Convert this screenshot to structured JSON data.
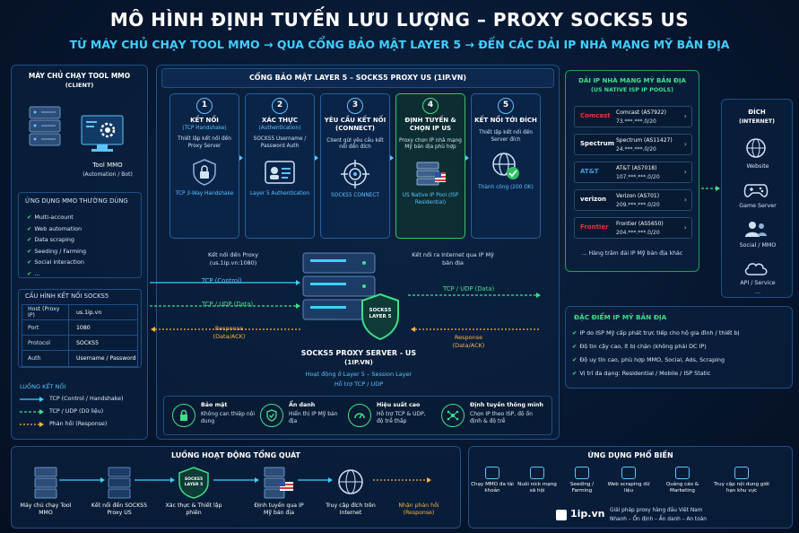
{
  "title": "MÔ HÌNH ĐỊNH TUYẾN LƯU LƯỢNG – PROXY SOCKS5 US",
  "subtitle": "TỪ MÁY CHỦ CHẠY TOOL MMO → QUA CỔNG BẢO MẬT LAYER 5 → ĐẾN CÁC DẢI IP NHÀ MẠNG MỸ BẢN ĐỊA",
  "client": {
    "title": "MÁY CHỦ CHẠY TOOL MMO",
    "subtitle": "(CLIENT)",
    "tool_label": "Tool MMO",
    "tool_sub": "(Automation / Bot)",
    "apps_title": "ỨNG DỤNG MMO THƯỜNG DÙNG",
    "apps": [
      "Multi-account",
      "Web automation",
      "Data scraping",
      "Seeding / Farming",
      "Social interaction",
      "..."
    ],
    "config_title": "CẤU HÌNH KẾT NỐI SOCKS5",
    "config": [
      {
        "k": "Host (Proxy IP)",
        "v": "us.1ip.vn"
      },
      {
        "k": "Port",
        "v": "1080"
      },
      {
        "k": "Protocol",
        "v": "SOCKS5"
      },
      {
        "k": "Auth",
        "v": "Username / Password"
      }
    ],
    "legend_title": "LUỒNG KẾT NỐI",
    "legend": [
      "TCP (Control / Handshake)",
      "TCP / UDP (Dữ liệu)",
      "Phản hồi (Response)"
    ]
  },
  "gateway": {
    "title": "CỔNG BẢO MẬT LAYER 5 – SOCKS5 PROXY US (1IP.VN)",
    "steps": [
      {
        "num": "1",
        "title": "KẾT NỐI",
        "sub": "(TCP Handshake)",
        "desc": "Thiết lập kết nối đến Proxy Server",
        "foot": "TCP 3-Way Handshake"
      },
      {
        "num": "2",
        "title": "XÁC THỰC",
        "sub": "(Authentication)",
        "desc": "SOCKS5 Username / Password Auth",
        "foot": "Layer 5 Authentication"
      },
      {
        "num": "3",
        "title": "YÊU CẦU KẾT NỐI (CONNECT)",
        "sub": "",
        "desc": "Client gửi yêu cầu kết nối đến đích",
        "foot": "SOCKS5 CONNECT"
      },
      {
        "num": "4",
        "title": "ĐỊNH TUYẾN & CHỌN IP US",
        "sub": "",
        "desc": "Proxy chọn IP nhà mạng Mỹ bản địa phù hợp",
        "foot": "US Native IP Pool (ISP Residential)"
      },
      {
        "num": "5",
        "title": "KẾT NỐI TỚI ĐÍCH",
        "sub": "",
        "desc": "Thiết lập kết nối đến Server đích",
        "foot": "Thành công (200 OK)"
      }
    ],
    "left_arrow_top": "Kết nối đến Proxy (us.1ip.vn:1080)",
    "right_arrow_top": "Kết nối ra Internet qua IP Mỹ bản địa",
    "tcp_control": "TCP (Control)",
    "tcp_udp_data": "TCP / UDP (Data)",
    "tcp_udp_data_right": "TCP / UDP (Data)",
    "response_left": "Response (Data/ACK)",
    "response_right": "Response (Data/ACK)",
    "shield_label": "SOCKS5 LAYER 5",
    "server_title": "SOCKS5 PROXY SERVER - US",
    "server_sub": "(1IP.VN)",
    "server_layer": "Hoạt động ở Layer 5 – Session Layer",
    "server_support": "Hỗ trợ TCP / UDP",
    "features": [
      {
        "title": "Bảo mật",
        "desc": "Không can thiệp nội dung"
      },
      {
        "title": "Ẩn danh",
        "desc": "Hiển thị IP Mỹ bản địa"
      },
      {
        "title": "Hiệu suất cao",
        "desc": "Hỗ trợ TCP & UDP, độ trễ thấp"
      },
      {
        "title": "Định tuyến thông minh",
        "desc": "Chọn IP theo ISP, độ ổn định & độ trễ"
      }
    ]
  },
  "isp_pool": {
    "title": "DẢI IP NHÀ MẠNG MỸ BẢN ĐỊA",
    "subtitle": "(US NATIVE ISP IP POOLS)",
    "items": [
      {
        "logo": "Comcast",
        "name": "Comcast (AS7922)",
        "ip": "73.***.***.0/20",
        "color": "#e8343a"
      },
      {
        "logo": "Spectrum",
        "name": "Spectrum (AS11427)",
        "ip": "24.***.***.0/20",
        "color": "#ffffff"
      },
      {
        "logo": "AT&T",
        "name": "AT&T (AS7018)",
        "ip": "107.***.***.0/20",
        "color": "#2ea7e8"
      },
      {
        "logo": "verizon",
        "name": "Verizon (AS701)",
        "ip": "209.***.***.0/20",
        "color": "#ffffff"
      },
      {
        "logo": "Frontier",
        "name": "Frontier (AS5650)",
        "ip": "204.***.***.0/20",
        "color": "#e8343a"
      }
    ],
    "more": "... Hàng trăm dải IP Mỹ bản địa khác",
    "chevron": "›"
  },
  "destination": {
    "title": "ĐÍCH",
    "subtitle": "(INTERNET)",
    "items": [
      "Website",
      "Game Server",
      "Social / MMO",
      "API / Service"
    ],
    "more": "..."
  },
  "traits": {
    "title": "ĐẶC ĐIỂM IP MỸ BẢN ĐỊA",
    "items": [
      "IP do ISP Mỹ cấp phát trực tiếp cho hộ gia đình / thiết bị",
      "Độ tin cậy cao, ít bị chặn (không phải DC IP)",
      "Độ uy tín cao, phù hợp MMO, Social, Ads, Scraping",
      "Vị trí đa dạng: Residential / Mobile / ISP Static"
    ]
  },
  "overall_flow": {
    "title": "LUỒNG HOẠT ĐỘNG TỔNG QUÁT",
    "steps": [
      "Máy chủ chạy Tool MMO",
      "Kết nối đến SOCKS5 Proxy US",
      "Xác thực & Thiết lập phiên",
      "Định tuyến qua IP Mỹ bản địa",
      "Truy cập đích trên Internet",
      "Nhận phản hồi (Response)"
    ],
    "shield_label": "SOCKS5 LAYER 5"
  },
  "popular_apps": {
    "title": "ỨNG DỤNG PHỔ BIẾN",
    "items": [
      "Chạy MMO đa tài khoản",
      "Nuôi nick mạng xã hội",
      "Seeding / Farming",
      "Web scraping dữ liệu",
      "Quảng cáo & Marketing",
      "Truy cập nội dung giới hạn khu vực"
    ],
    "brand": "1ip.vn",
    "brand_desc_1": "Giải pháp proxy hàng đầu Việt Nam",
    "brand_desc_2": "Nhanh – Ổn định – Ẩn danh – An toàn"
  },
  "colors": {
    "accent": "#3fd0ff",
    "green": "#3fe08a",
    "orange": "#ffb347",
    "border": "#1f4f86"
  }
}
